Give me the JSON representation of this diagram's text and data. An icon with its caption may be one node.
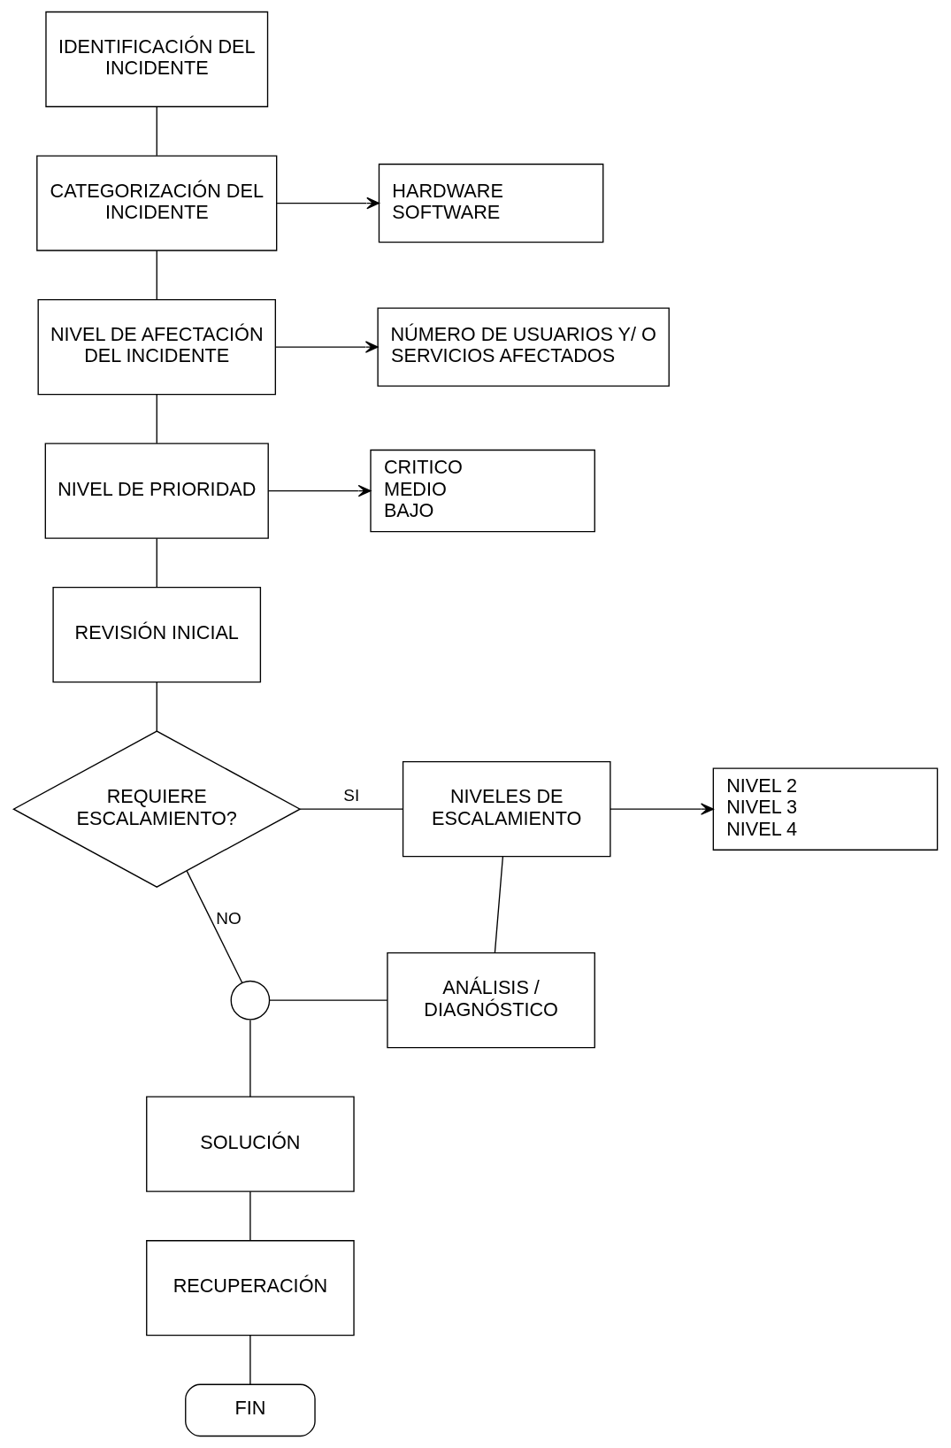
{
  "diagram": {
    "nodes": [
      {
        "text": [
          "IDENTIFICACIÓN DEL INCIDENTE"
        ]
      },
      {
        "text": [
          "CATEGORIZACIÓN DEL INCIDENTE"
        ]
      },
      {
        "text": [
          "HARDWARE",
          "SOFTWARE"
        ]
      },
      {
        "text": [
          "NIVEL DE AFECTACIÓN DEL INCIDENTE"
        ]
      },
      {
        "text": [
          "NÚMERO DE USUARIOS Y/ O SERVICIOS AFECTADOS"
        ]
      },
      {
        "text": [
          "NIVEL DE PRIORIDAD"
        ]
      },
      {
        "text": [
          "CRITICO",
          "MEDIO",
          "BAJO"
        ]
      },
      {
        "text": [
          "REVISIÓN INICIAL"
        ]
      },
      {
        "text": [
          "REQUIERE ESCALAMIENTO?"
        ]
      },
      {
        "text": [
          "NIVELES DE ESCALAMIENTO"
        ]
      },
      {
        "text": [
          "NIVEL 2",
          "NIVEL 3",
          "NIVEL 4"
        ]
      },
      {
        "text": [
          "ANÁLISIS / DIAGNÓSTICO"
        ]
      },
      {
        "text": [],
        "shape": "circle"
      },
      {
        "text": [
          "SOLUCIÓN"
        ]
      },
      {
        "text": [
          "RECUPERACIÓN"
        ]
      },
      {
        "text": [
          "FIN"
        ]
      }
    ],
    "edges": [
      {
        "from": 0,
        "to": 1,
        "arrow": "none"
      },
      {
        "from": 1,
        "to": 2,
        "arrow": "to"
      },
      {
        "from": 1,
        "to": 3,
        "arrow": "none"
      },
      {
        "from": 3,
        "to": 4,
        "arrow": "to"
      },
      {
        "from": 3,
        "to": 5,
        "arrow": "none"
      },
      {
        "from": 5,
        "to": 6,
        "arrow": "to"
      },
      {
        "from": 5,
        "to": 7,
        "arrow": "none"
      },
      {
        "from": 7,
        "to": 8,
        "arrow": "none"
      },
      {
        "from": 8,
        "to": 9,
        "arrow": "none",
        "label": "SI"
      },
      {
        "from": 9,
        "to": 10,
        "arrow": "to"
      },
      {
        "from": 9,
        "to": 11,
        "arrow": "none"
      },
      {
        "from": 8,
        "to": 12,
        "arrow": "none",
        "label": "NO"
      },
      {
        "from": 12,
        "to": 11,
        "arrow": "none"
      },
      {
        "from": 12,
        "to": 13,
        "arrow": "none"
      },
      {
        "from": 13,
        "to": 14,
        "arrow": "none"
      },
      {
        "from": 14,
        "to": 15,
        "arrow": "none"
      }
    ]
  }
}
